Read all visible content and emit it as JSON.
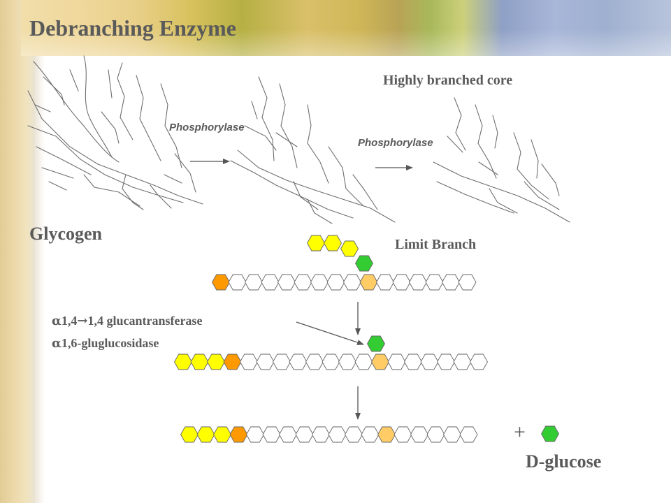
{
  "slide": {
    "title": "Debranching Enzyme"
  },
  "labels": {
    "highly_branched_core": "Highly branched core",
    "phosphorylase_1": "Phosphorylase",
    "phosphorylase_2": "Phosphorylase",
    "glycogen": "Glycogen",
    "limit_branch": "Limit Branch",
    "enzyme_transferase_prefix": "α",
    "enzyme_transferase_text_a": "1,4",
    "enzyme_transferase_arrow": "→",
    "enzyme_transferase_text_b": "1,4 glucantransferase",
    "enzyme_glucosidase_prefix": "α",
    "enzyme_glucosidase_text": "1,6-gluglucosidase",
    "plus": "+",
    "d_glucose": "D-glucose"
  },
  "colors": {
    "yellow": "#ffff00",
    "orange": "#ff9900",
    "light_orange": "#ffcc66",
    "green": "#33cc33",
    "white": "#ffffff",
    "outline": "#666666",
    "text": "#5a5a5a"
  },
  "icons": {
    "reaction_arrow": "arrow-right-icon",
    "step_arrow": "arrow-down-icon"
  }
}
